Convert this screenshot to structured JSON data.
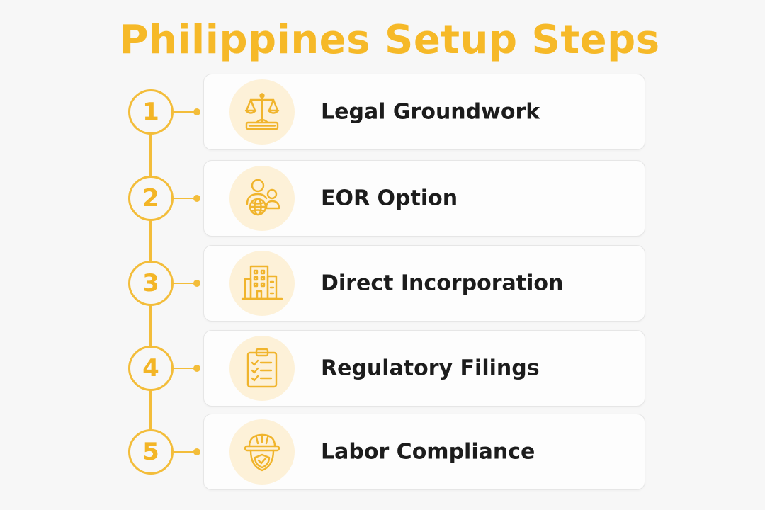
{
  "title": "Philippines Setup Steps",
  "colors": {
    "accent": "#f3bd3a",
    "icon_bg": "#fdf1d8",
    "text": "#1c1c1c",
    "background": "#f7f7f7"
  },
  "steps": [
    {
      "number": "1",
      "label": "Legal Groundwork",
      "icon": "scales-of-justice-icon"
    },
    {
      "number": "2",
      "label": "EOR Option",
      "icon": "people-globe-icon"
    },
    {
      "number": "3",
      "label": "Direct Incorporation",
      "icon": "office-building-icon"
    },
    {
      "number": "4",
      "label": "Regulatory Filings",
      "icon": "clipboard-checklist-icon"
    },
    {
      "number": "5",
      "label": "Labor Compliance",
      "icon": "hard-hat-shield-icon"
    }
  ]
}
